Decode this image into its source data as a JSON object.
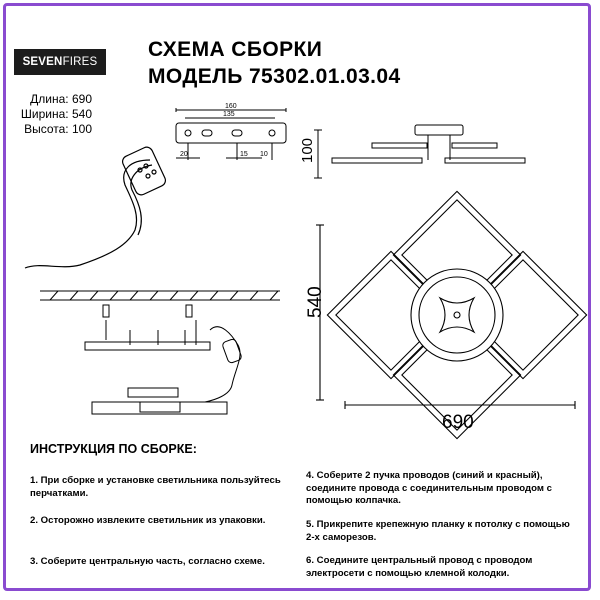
{
  "brand": {
    "logo_bold": "SEVEN",
    "logo_light": "FIRES"
  },
  "header": {
    "title_line1": "СХЕМА СБОРКИ",
    "title_line2": "МОДЕЛЬ 75302.01.03.04"
  },
  "dimensions": {
    "length": "Длина: 690",
    "width": "Ширина: 540",
    "height": "Высота: 100"
  },
  "diagram": {
    "plate_total": "160",
    "plate_inner": "135",
    "plate_left": "20",
    "plate_mid": "15",
    "plate_right": "10",
    "height_label": "100",
    "width_label": "540",
    "length_label": "690"
  },
  "instructions": {
    "title": "ИНСТРУКЦИЯ ПО СБОРКЕ:",
    "steps": [
      "1. При сборке и установке светильника пользуйтесь перчатками.",
      "2. Осторожно извлеките светильник из упаковки.",
      "3. Соберите центральную часть, согласно схеме.",
      "4. Соберите 2 пучка проводов (синий и красный), соедините провода с соединительным проводом с помощью колпачка.",
      "5. Прикрепите крепежную планку к потолку с помощью 2-х саморезов.",
      "6. Соедините центральный провод с проводом электросети с помощью клемной колодки."
    ]
  },
  "colors": {
    "frame": "#8a4bd0",
    "logo_bg": "#1c1c1c"
  }
}
